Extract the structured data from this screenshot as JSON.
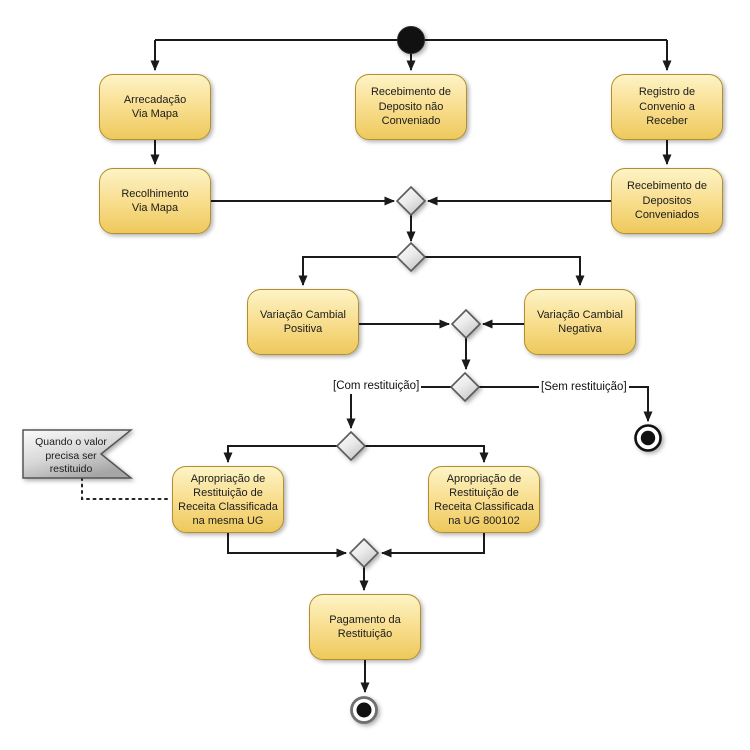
{
  "diagram": {
    "kind": "uml-activity-diagram",
    "colors": {
      "background": "#ffffff",
      "activity_fill_top": "#fdf4c6",
      "activity_fill_bottom": "#eec95c",
      "activity_border": "#b28e2c",
      "decision_fill_top": "#fbfbfb",
      "decision_fill_bottom": "#c9c9c9",
      "decision_border": "#5a5a5a",
      "note_fill_top": "#fbfbfb",
      "note_fill_bottom": "#a6a6a6",
      "note_border": "#555555",
      "connector": "#1a1a1a",
      "start_end_node": "#111111"
    },
    "activities": {
      "arrecadacao_via_mapa": {
        "label": [
          "Arrecadação",
          "Via Mapa"
        ]
      },
      "recebimento_deposito_nao_conveniado": {
        "label": [
          "Recebimento de",
          "Deposito não",
          "Conveniado"
        ]
      },
      "registro_convenio_a_receber": {
        "label": [
          "Registro de",
          "Convenio a",
          "Receber"
        ]
      },
      "recolhimento_via_mapa": {
        "label": [
          "Recolhimento",
          "Via Mapa"
        ]
      },
      "recebimento_depositos_conveniados": {
        "label": [
          "Recebimento de",
          "Depositos",
          "Conveniados"
        ]
      },
      "variacao_cambial_positiva": {
        "label": [
          "Variação Cambial",
          "Positiva"
        ]
      },
      "variacao_cambial_negativa": {
        "label": [
          "Variação Cambial",
          "Negativa"
        ]
      },
      "apropriacao_restituicao_mesma_ug": {
        "label": [
          "Apropriação de",
          "Restituição de",
          "Receita Classificada",
          "na mesma UG"
        ]
      },
      "apropriacao_restituicao_ug_800102": {
        "label": [
          "Apropriação de",
          "Restituição de",
          "Receita Classificada",
          "na UG 800102"
        ]
      },
      "pagamento_da_restituicao": {
        "label": [
          "Pagamento da",
          "Restituição"
        ]
      }
    },
    "guards": {
      "com_restituicao": "[Com restituição]",
      "sem_restituicao": "[Sem restituição]"
    },
    "note": {
      "text": [
        "Quando o valor",
        "precisa ser",
        "restituido"
      ]
    }
  }
}
